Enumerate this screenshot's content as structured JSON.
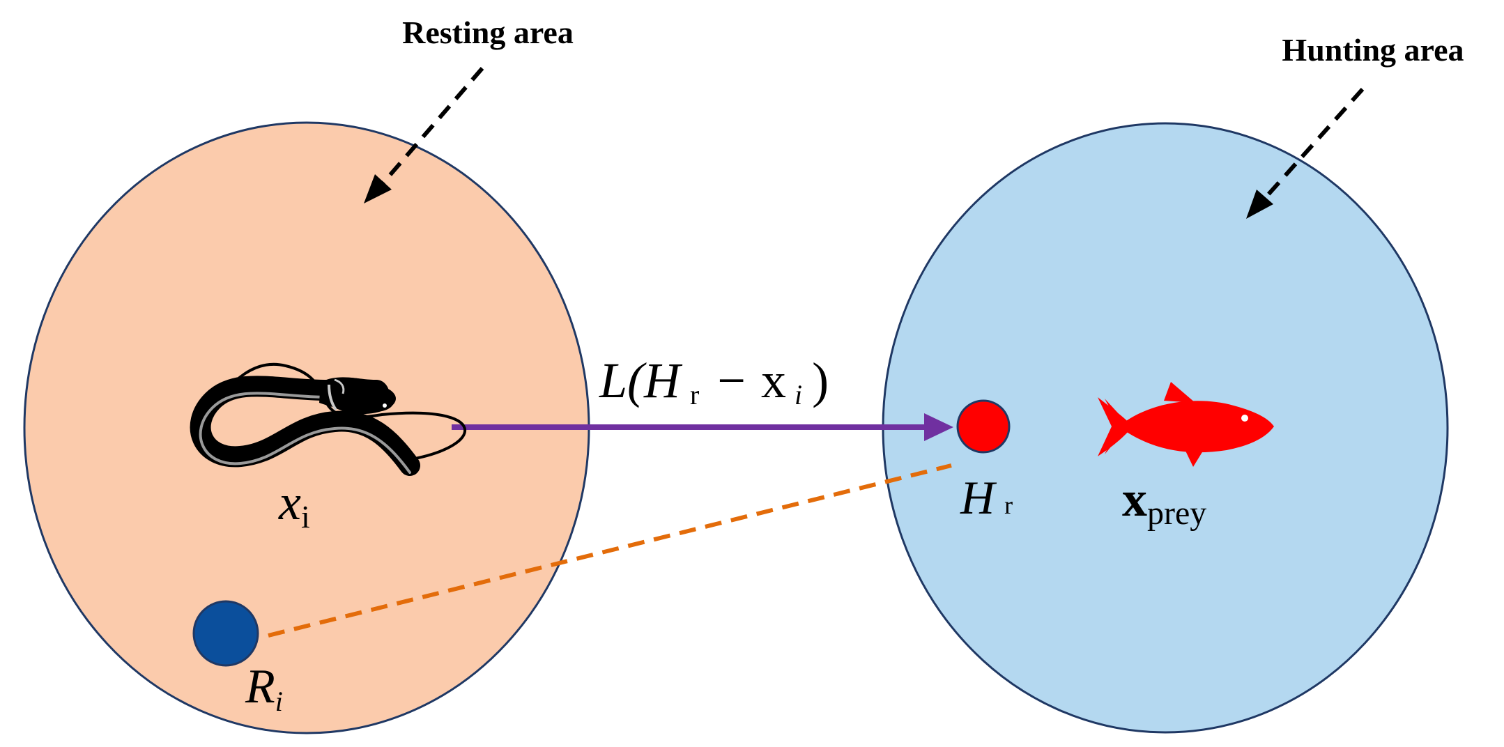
{
  "labels": {
    "resting_area": "Resting area",
    "hunting_area": "Hunting area"
  },
  "formula": {
    "open": "L(",
    "h": "H",
    "h_sub": "r",
    "minus": "−",
    "x": "x",
    "x_sub": "i",
    "close": ")"
  },
  "symbols": {
    "eel_var": "x",
    "eel_sub": "i",
    "hunt_var": "H",
    "hunt_sub": "r",
    "prey_var": "x",
    "prey_sub": "prey",
    "rest_var": "R",
    "rest_sub": "i"
  },
  "colors": {
    "resting_fill": "#fbcbac",
    "hunting_fill": "#b4d8f0",
    "circle_stroke": "#1f3864",
    "movement_arrow": "#7030a0",
    "dashed_link": "#e36c0a",
    "hunting_point": "#ff0000",
    "resting_point": "#0b4f9c",
    "prey_fish": "#ff0000",
    "eel": "#000000"
  },
  "icons": {
    "agent": "eel-icon",
    "prey": "fish-icon"
  }
}
